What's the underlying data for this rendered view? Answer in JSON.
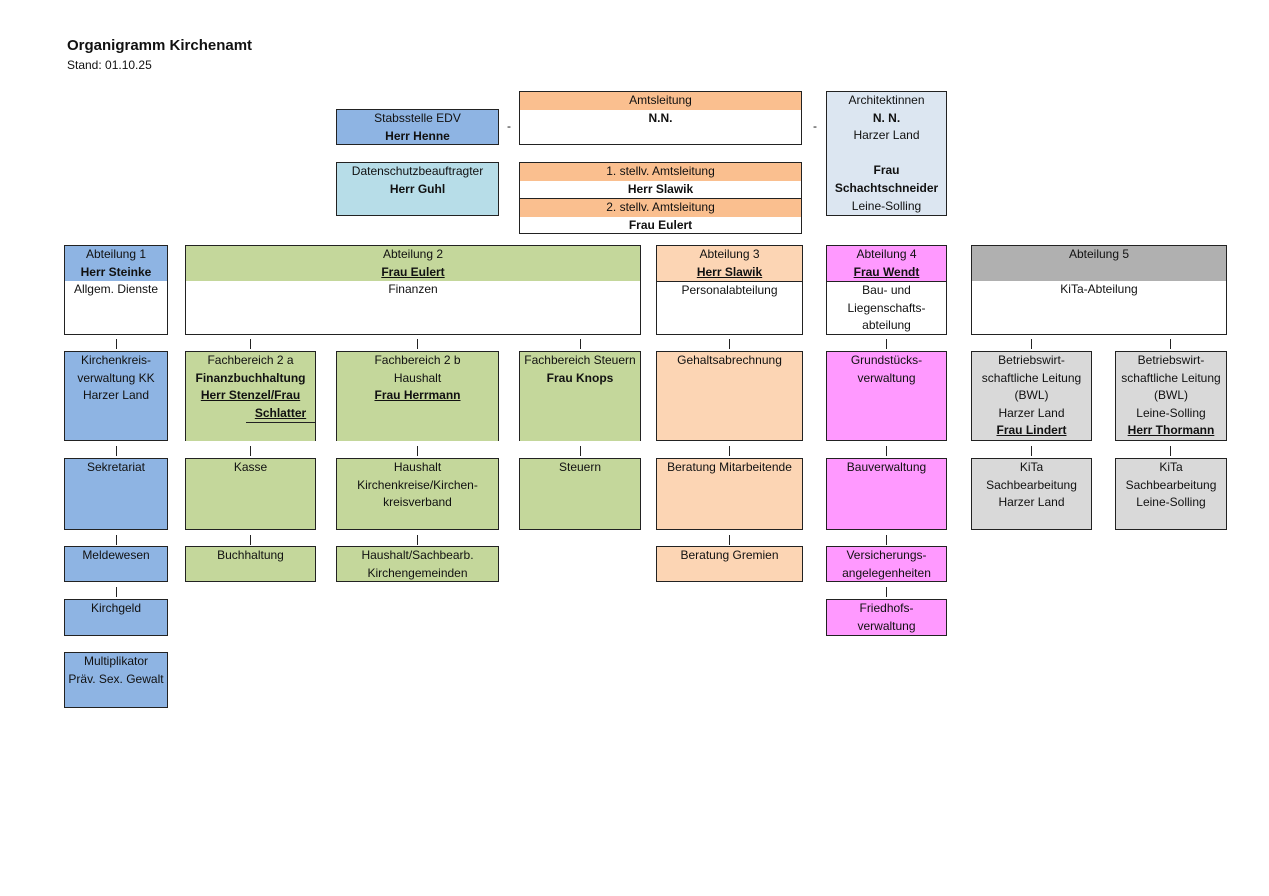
{
  "header": {
    "title": "Organigramm Kirchenamt",
    "stand": "Stand: 01.10.25"
  },
  "colors": {
    "blue": "#8eb4e3",
    "lightblue": "#b7dde8",
    "paleblue": "#dce6f1",
    "orange": "#fabf8f",
    "peach": "#fcd5b4",
    "green": "#c4d79b",
    "pink": "#ff99ff",
    "gray": "#b0b0b0",
    "lightgray": "#d9d9d9"
  },
  "top": {
    "edv": {
      "role": "Stabsstelle EDV",
      "person": "Herr Henne"
    },
    "datenschutz": {
      "role": "Datenschutzbeauftragter",
      "person": "Herr Guhl"
    },
    "amtsleitung": {
      "role": "Amtsleitung",
      "person": "N.N."
    },
    "stellv1": {
      "role": "1. stellv. Amtsleitung",
      "person": "Herr Slawik"
    },
    "stellv2": {
      "role": "2. stellv. Amtsleitung",
      "person": "Frau Eulert"
    },
    "architekt": {
      "role": "Architektinnen",
      "person1": "N. N.",
      "region1": "Harzer Land",
      "person2a": "Frau",
      "person2b": "Schachtschneider",
      "region2": "Leine-Solling"
    },
    "dash": "-"
  },
  "departments": [
    {
      "name": "Abteilung 1",
      "head": "Herr Steinke",
      "area": [
        "Allgem. Dienste"
      ]
    },
    {
      "name": "Abteilung 2",
      "head": "Frau Eulert",
      "area": [
        "Finanzen"
      ]
    },
    {
      "name": "Abteilung 3",
      "head": "Herr Slawik",
      "area": [
        "Personalabteilung"
      ]
    },
    {
      "name": "Abteilung 4",
      "head": "Frau Wendt",
      "area": [
        "Bau- und",
        "Liegenschafts-",
        "abteilung"
      ]
    },
    {
      "name": "Abteilung 5",
      "head": "",
      "area": [
        "KiTa-Abteilung"
      ]
    }
  ],
  "units": {
    "a1": [
      [
        "Kirchenkreis-",
        "verwaltung KK",
        "Harzer Land"
      ],
      [
        "Sekretariat"
      ],
      [
        "Meldewesen"
      ],
      [
        "Kirchgeld"
      ],
      [
        "Multiplikator",
        "Präv. Sex. Gewalt"
      ]
    ],
    "fb2a": {
      "l1": "Fachbereich 2 a",
      "l2": "Finanzbuchhaltung",
      "l3": "Herr Stenzel/Frau",
      "l4": "Schlatter"
    },
    "fb2b": {
      "l1": "Fachbereich 2 b",
      "l2": "Haushalt",
      "l3": "Frau Herrmann"
    },
    "fbst": {
      "l1": "Fachbereich Steuern",
      "l2": "Frau Knops"
    },
    "kasse": [
      "Kasse"
    ],
    "buchhaltung": [
      "Buchhaltung"
    ],
    "haushalt_kk": [
      "Haushalt",
      "Kirchenkreise/Kirchen-",
      "kreisverband"
    ],
    "haushalt_kg": [
      "Haushalt/Sachbearb.",
      "Kirchengemeinden"
    ],
    "steuern": [
      "Steuern"
    ],
    "a3": [
      [
        "Gehaltsabrechnung"
      ],
      [
        "Beratung Mitarbeitende"
      ],
      [
        "Beratung Gremien"
      ]
    ],
    "a4": [
      [
        "Grundstücks-",
        "verwaltung"
      ],
      [
        "Bauverwaltung"
      ],
      [
        "Versicherungs-",
        "angelegenheiten"
      ],
      [
        "Friedhofs-",
        "verwaltung"
      ]
    ],
    "bwl_hl": {
      "l1": "Betriebswirt-",
      "l2": "schaftliche Leitung",
      "l3": "(BWL)",
      "l4": "Harzer Land",
      "l5": "Frau Lindert"
    },
    "bwl_ls": {
      "l1": "Betriebswirt-",
      "l2": "schaftliche Leitung",
      "l3": "(BWL)",
      "l4": "Leine-Solling",
      "l5": "Herr Thormann"
    },
    "kita_hl": [
      "KiTa",
      "Sachbearbeitung",
      "Harzer Land"
    ],
    "kita_ls": [
      "KiTa",
      "Sachbearbeitung",
      "Leine-Solling"
    ]
  }
}
